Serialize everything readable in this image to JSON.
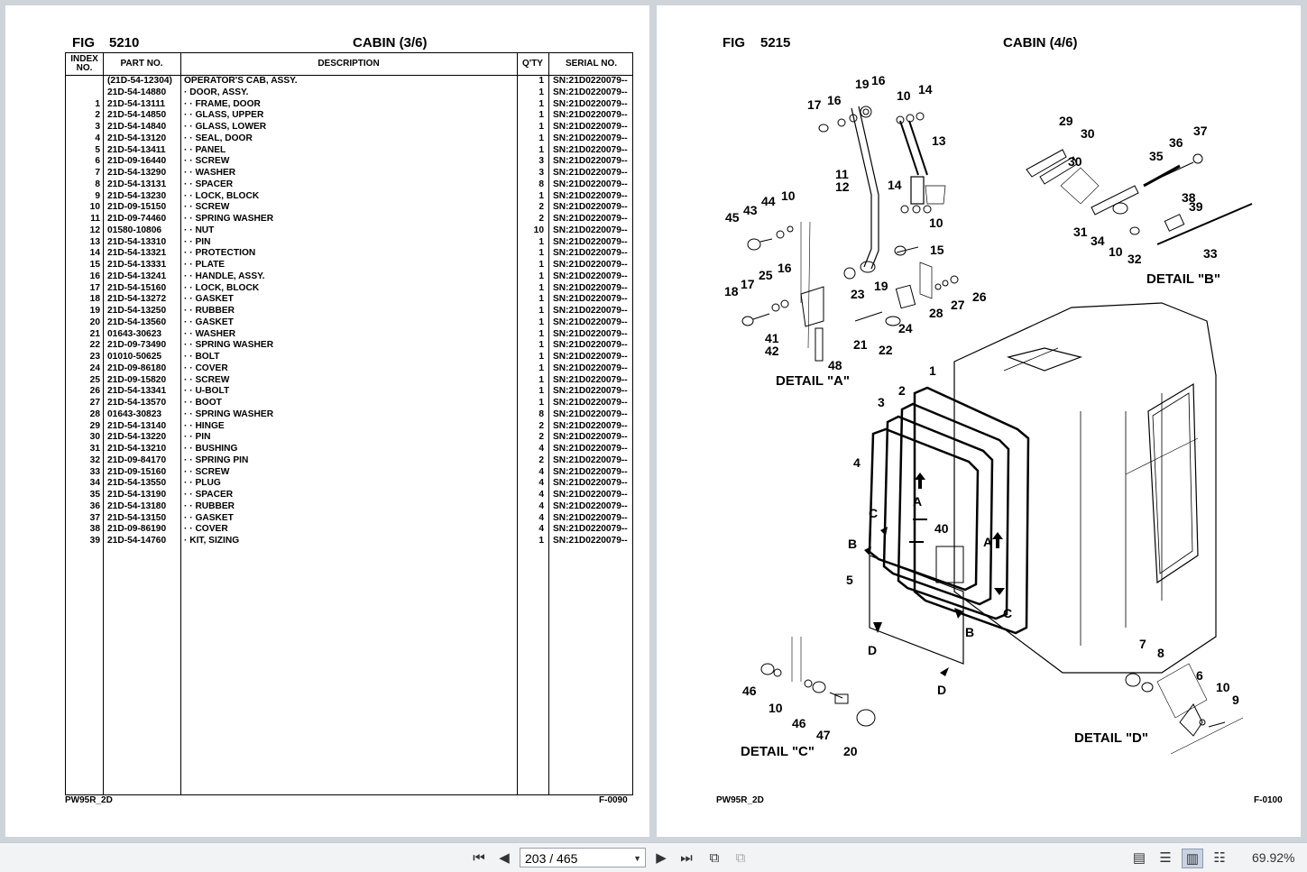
{
  "left_page": {
    "fig_label": "FIG",
    "fig_number": "5210",
    "title": "CABIN (3/6)",
    "columns": {
      "index": "INDEX NO.",
      "part": "PART NO.",
      "desc": "DESCRIPTION",
      "qty": "Q'TY",
      "serial": "SERIAL NO."
    },
    "rows": [
      {
        "idx": "",
        "part": "(21D-54-12304)",
        "desc": "OPERATOR'S CAB, ASSY.",
        "qty": "1",
        "serial": "SN:21D0220079--"
      },
      {
        "idx": "",
        "part": "21D-54-14880",
        "desc": "·  DOOR, ASSY.",
        "qty": "1",
        "serial": "SN:21D0220079--"
      },
      {
        "idx": "1",
        "part": "21D-54-13111",
        "desc": "·  ·  FRAME, DOOR",
        "qty": "1",
        "serial": "SN:21D0220079--"
      },
      {
        "idx": "2",
        "part": "21D-54-14850",
        "desc": "·  ·  GLASS, UPPER",
        "qty": "1",
        "serial": "SN:21D0220079--"
      },
      {
        "idx": "3",
        "part": "21D-54-14840",
        "desc": "·  ·  GLASS, LOWER",
        "qty": "1",
        "serial": "SN:21D0220079--"
      },
      {
        "idx": "4",
        "part": "21D-54-13120",
        "desc": "·  ·  SEAL, DOOR",
        "qty": "1",
        "serial": "SN:21D0220079--"
      },
      {
        "idx": "5",
        "part": "21D-54-13411",
        "desc": "·  ·  PANEL",
        "qty": "1",
        "serial": "SN:21D0220079--"
      },
      {
        "idx": "6",
        "part": "21D-09-16440",
        "desc": "·  ·  SCREW",
        "qty": "3",
        "serial": "SN:21D0220079--"
      },
      {
        "idx": "7",
        "part": "21D-54-13290",
        "desc": "·  ·  WASHER",
        "qty": "3",
        "serial": "SN:21D0220079--"
      },
      {
        "idx": "8",
        "part": "21D-54-13131",
        "desc": "·  ·  SPACER",
        "qty": "8",
        "serial": "SN:21D0220079--"
      },
      {
        "idx": "9",
        "part": "21D-54-13230",
        "desc": "·  ·  LOCK, BLOCK",
        "qty": "1",
        "serial": "SN:21D0220079--"
      },
      {
        "idx": "10",
        "part": "21D-09-15150",
        "desc": "·  ·  SCREW",
        "qty": "2",
        "serial": "SN:21D0220079--"
      },
      {
        "idx": "11",
        "part": "21D-09-74460",
        "desc": "·  ·  SPRING WASHER",
        "qty": "2",
        "serial": "SN:21D0220079--"
      },
      {
        "idx": "12",
        "part": "01580-10806",
        "desc": "·  ·  NUT",
        "qty": "10",
        "serial": "SN:21D0220079--"
      },
      {
        "idx": "13",
        "part": "21D-54-13310",
        "desc": "·  ·  PIN",
        "qty": "1",
        "serial": "SN:21D0220079--"
      },
      {
        "idx": "14",
        "part": "21D-54-13321",
        "desc": "·  ·  PROTECTION",
        "qty": "1",
        "serial": "SN:21D0220079--"
      },
      {
        "idx": "15",
        "part": "21D-54-13331",
        "desc": "·  ·  PLATE",
        "qty": "1",
        "serial": "SN:21D0220079--"
      },
      {
        "idx": "16",
        "part": "21D-54-13241",
        "desc": "·  ·  HANDLE, ASSY.",
        "qty": "1",
        "serial": "SN:21D0220079--"
      },
      {
        "idx": "17",
        "part": "21D-54-15160",
        "desc": "·  ·  LOCK, BLOCK",
        "qty": "1",
        "serial": "SN:21D0220079--"
      },
      {
        "idx": "18",
        "part": "21D-54-13272",
        "desc": "·  ·  GASKET",
        "qty": "1",
        "serial": "SN:21D0220079--"
      },
      {
        "idx": "19",
        "part": "21D-54-13250",
        "desc": "·  ·  RUBBER",
        "qty": "1",
        "serial": "SN:21D0220079--"
      },
      {
        "idx": "20",
        "part": "21D-54-13560",
        "desc": "·  ·  GASKET",
        "qty": "1",
        "serial": "SN:21D0220079--"
      },
      {
        "idx": "21",
        "part": "01643-30623",
        "desc": "·  ·  WASHER",
        "qty": "1",
        "serial": "SN:21D0220079--"
      },
      {
        "idx": "22",
        "part": "21D-09-73490",
        "desc": "·  ·  SPRING WASHER",
        "qty": "1",
        "serial": "SN:21D0220079--"
      },
      {
        "idx": "23",
        "part": "01010-50625",
        "desc": "·  ·  BOLT",
        "qty": "1",
        "serial": "SN:21D0220079--"
      },
      {
        "idx": "24",
        "part": "21D-09-86180",
        "desc": "·  ·  COVER",
        "qty": "1",
        "serial": "SN:21D0220079--"
      },
      {
        "idx": "25",
        "part": "21D-09-15820",
        "desc": "·  ·  SCREW",
        "qty": "1",
        "serial": "SN:21D0220079--"
      },
      {
        "idx": "26",
        "part": "21D-54-13341",
        "desc": "·  ·  U-BOLT",
        "qty": "1",
        "serial": "SN:21D0220079--"
      },
      {
        "idx": "27",
        "part": "21D-54-13570",
        "desc": "·  ·  BOOT",
        "qty": "1",
        "serial": "SN:21D0220079--"
      },
      {
        "idx": "28",
        "part": "01643-30823",
        "desc": "·  ·  SPRING WASHER",
        "qty": "8",
        "serial": "SN:21D0220079--"
      },
      {
        "idx": "29",
        "part": "21D-54-13140",
        "desc": "·  ·  HINGE",
        "qty": "2",
        "serial": "SN:21D0220079--"
      },
      {
        "idx": "30",
        "part": "21D-54-13220",
        "desc": "·  ·  PIN",
        "qty": "2",
        "serial": "SN:21D0220079--"
      },
      {
        "idx": "31",
        "part": "21D-54-13210",
        "desc": "·  ·  BUSHING",
        "qty": "4",
        "serial": "SN:21D0220079--"
      },
      {
        "idx": "32",
        "part": "21D-09-84170",
        "desc": "·  ·  SPRING PIN",
        "qty": "2",
        "serial": "SN:21D0220079--"
      },
      {
        "idx": "33",
        "part": "21D-09-15160",
        "desc": "·  ·  SCREW",
        "qty": "4",
        "serial": "SN:21D0220079--"
      },
      {
        "idx": "34",
        "part": "21D-54-13550",
        "desc": "·  ·  PLUG",
        "qty": "4",
        "serial": "SN:21D0220079--"
      },
      {
        "idx": "35",
        "part": "21D-54-13190",
        "desc": "·  ·  SPACER",
        "qty": "4",
        "serial": "SN:21D0220079--"
      },
      {
        "idx": "36",
        "part": "21D-54-13180",
        "desc": "·  ·  RUBBER",
        "qty": "4",
        "serial": "SN:21D0220079--"
      },
      {
        "idx": "37",
        "part": "21D-54-13150",
        "desc": "·  ·  GASKET",
        "qty": "4",
        "serial": "SN:21D0220079--"
      },
      {
        "idx": "38",
        "part": "21D-09-86190",
        "desc": "·  ·  COVER",
        "qty": "4",
        "serial": "SN:21D0220079--"
      },
      {
        "idx": "39",
        "part": "21D-54-14760",
        "desc": "·  KIT, SIZING",
        "qty": "1",
        "serial": "SN:21D0220079--"
      }
    ],
    "footer_left": "PW95R_2D",
    "footer_right": "F-0090"
  },
  "right_page": {
    "fig_label": "FIG",
    "fig_number": "5215",
    "title": "CABIN (4/6)",
    "detail_labels": {
      "a": "DETAIL \"A\"",
      "b": "DETAIL \"B\"",
      "c": "DETAIL \"C\"",
      "d": "DETAIL \"D\""
    },
    "callouts": {
      "a": [
        "19",
        "16",
        "17",
        "16",
        "10",
        "14",
        "13",
        "11",
        "12",
        "14",
        "10",
        "45",
        "43",
        "44",
        "10",
        "15",
        "18",
        "17",
        "25",
        "16",
        "19",
        "23",
        "24",
        "26",
        "27",
        "28",
        "41",
        "42",
        "21",
        "22",
        "48"
      ],
      "b": [
        "29",
        "30",
        "30",
        "37",
        "35",
        "36",
        "38",
        "39",
        "31",
        "34",
        "10",
        "32",
        "33"
      ],
      "main": [
        "1",
        "2",
        "3",
        "4",
        "A",
        "C",
        "40",
        "A",
        "B",
        "5",
        "B",
        "C",
        "D",
        "D"
      ],
      "c": [
        "46",
        "10",
        "46",
        "47",
        "20"
      ],
      "d": [
        "7",
        "8",
        "6",
        "10",
        "9"
      ]
    },
    "footer_left": "PW95R_2D",
    "footer_right": "F-0100"
  },
  "toolbar": {
    "page_current": "203",
    "page_separator": "/",
    "page_total": "465",
    "zoom": "69.92%"
  }
}
